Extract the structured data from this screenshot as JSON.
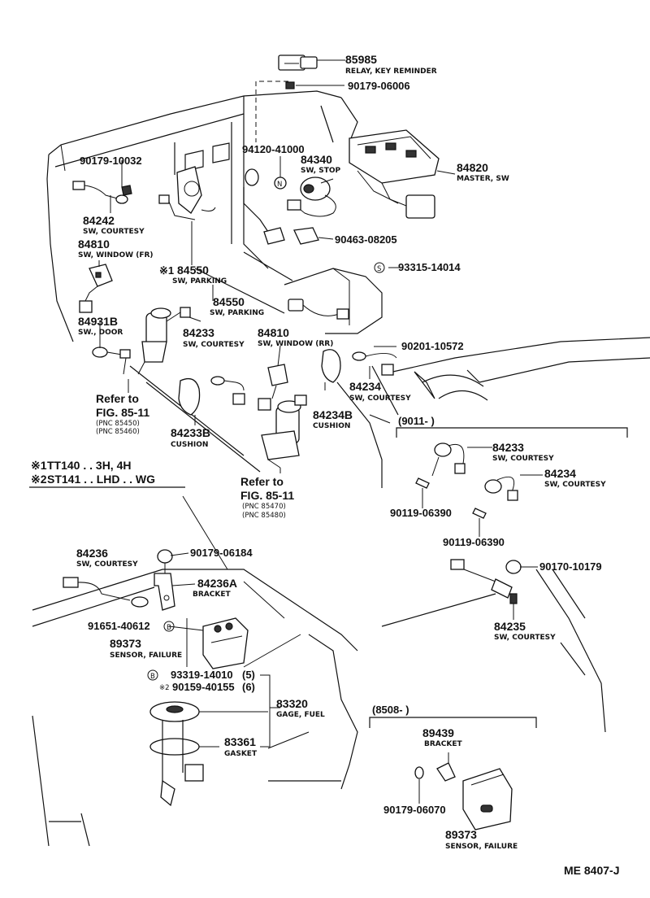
{
  "parts": {
    "p85985": {
      "pn": "85985",
      "desc": "RELAY, KEY REMINDER"
    },
    "p90179_06006": {
      "pn": "90179-06006"
    },
    "p94120": {
      "pn": "94120-41000"
    },
    "p90179_10032": {
      "pn": "90179-10032"
    },
    "p84340": {
      "pn": "84340",
      "desc": "SW, STOP"
    },
    "p84820": {
      "pn": "84820",
      "desc": "MASTER, SW"
    },
    "p84242": {
      "pn": "84242",
      "desc": "SW, COURTESY"
    },
    "p90463": {
      "pn": "90463-08205"
    },
    "p84810fr": {
      "pn": "84810",
      "desc": "SW, WINDOW (FR)"
    },
    "p84550a": {
      "mark": "※1",
      "pn": "84550",
      "desc": "SW, PARKING"
    },
    "p93315": {
      "mark": "S",
      "pn": "93315-14014"
    },
    "p84550b": {
      "pn": "84550",
      "desc": "SW, PARKING"
    },
    "p84931b": {
      "pn": "84931B",
      "desc": "SW., DOOR"
    },
    "p84233a": {
      "pn": "84233",
      "desc": "SW, COURTESY"
    },
    "p84810rr": {
      "pn": "84810",
      "desc": "SW, WINDOW (RR)"
    },
    "p90201": {
      "pn": "90201-10572"
    },
    "p84234a": {
      "pn": "84234",
      "desc": "SW, COURTESY"
    },
    "p84234b": {
      "pn": "84234B",
      "desc": "CUSHION"
    },
    "p84233b": {
      "pn": "84233B",
      "desc": "CUSHION"
    },
    "p84233c": {
      "pn": "84233",
      "desc": "SW, COURTESY"
    },
    "p84234c": {
      "pn": "84234",
      "desc": "SW, COURTESY"
    },
    "p90119a": {
      "pn": "90119-06390"
    },
    "p90119b": {
      "pn": "90119-06390"
    },
    "p84236": {
      "pn": "84236",
      "desc": "SW, COURTESY"
    },
    "p90179_06184": {
      "pn": "90179-06184"
    },
    "p84236a": {
      "pn": "84236A",
      "desc": "BRACKET"
    },
    "p90170": {
      "pn": "90170-10179"
    },
    "p91651": {
      "pn": "91651-40612",
      "mark": "B"
    },
    "p89373a": {
      "pn": "89373",
      "desc": "SENSOR, FAILURE"
    },
    "p84235": {
      "pn": "84235",
      "desc": "SW, COURTESY"
    },
    "p93319": {
      "mark": "B",
      "pn": "93319-14010",
      "qty": "(5)"
    },
    "p90159": {
      "mark": "※2",
      "pn": "90159-40155",
      "qty": "(6)"
    },
    "p83320": {
      "pn": "83320",
      "desc": "GAGE, FUEL"
    },
    "p83361": {
      "pn": "83361",
      "desc": "GASKET"
    },
    "p89439": {
      "pn": "89439",
      "desc": "BRACKET"
    },
    "p90179_06070": {
      "pn": "90179-06070"
    },
    "p89373b": {
      "pn": "89373",
      "desc": "SENSOR, FAILURE"
    }
  },
  "refs": {
    "ref1": {
      "line1": "Refer to",
      "line2": "FIG. 85-11",
      "pnc1": "(PNC 85450)",
      "pnc2": "(PNC 85460)"
    },
    "ref2": {
      "line1": "Refer to",
      "line2": "FIG. 85-11",
      "pnc1": "(PNC 85470)",
      "pnc2": "(PNC 85480)"
    }
  },
  "brackets": {
    "b9011": "(9011-            )",
    "b8508": "(8508-            )"
  },
  "notes": {
    "n1_mark": "※1",
    "n1_text": "TT140 . . 3H, 4H",
    "n2_mark": "※2",
    "n2_text": "ST141 . . LHD . . WG"
  },
  "markers": {
    "n_marker": "N"
  },
  "code": "ME 8407-J"
}
